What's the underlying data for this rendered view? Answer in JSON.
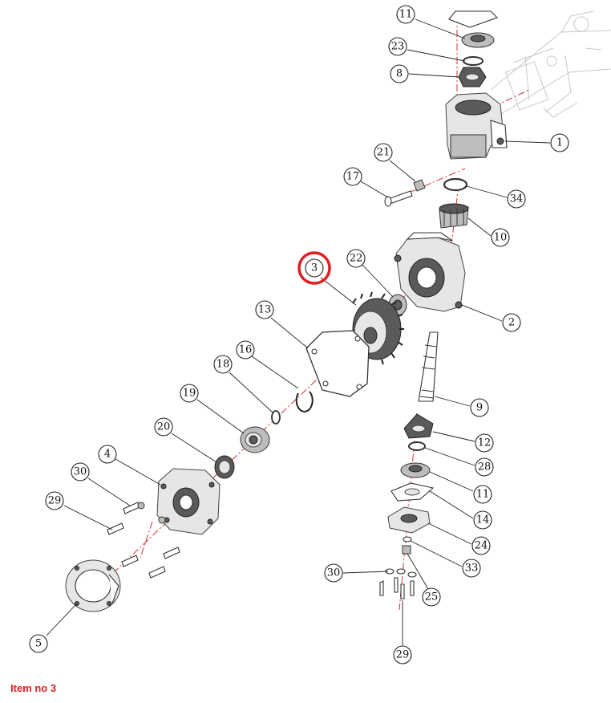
{
  "highlight_color": "#e02020",
  "caption": "Item no 3",
  "highlighted_item": "3",
  "callouts": [
    "1",
    "2",
    "3",
    "4",
    "5",
    "8",
    "9",
    "10",
    "11",
    "11",
    "12",
    "13",
    "14",
    "16",
    "17",
    "18",
    "19",
    "20",
    "21",
    "22",
    "23",
    "24",
    "25",
    "28",
    "29",
    "29",
    "30",
    "30",
    "33",
    "34"
  ]
}
